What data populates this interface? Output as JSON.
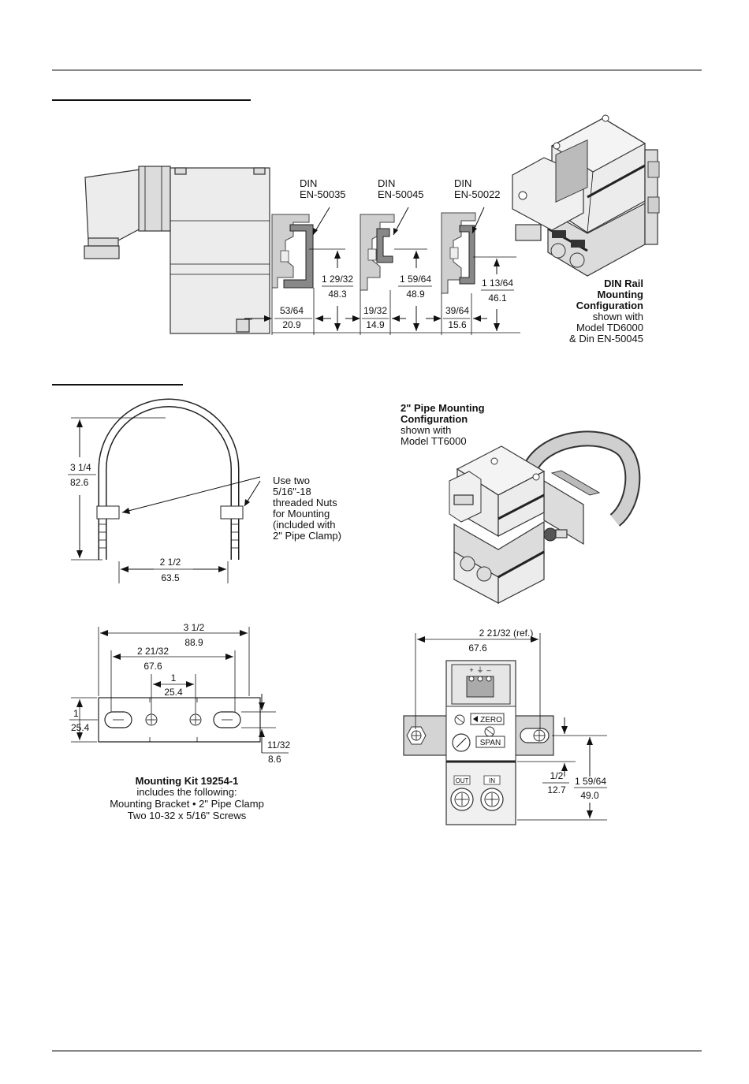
{
  "rails": [
    {
      "line1": "DIN",
      "line2": "EN-50035",
      "height_frac": "1 29/32",
      "height_mm": "48.3",
      "offset_frac": "53/64",
      "offset_mm": "20.9"
    },
    {
      "line1": "DIN",
      "line2": "EN-50045",
      "height_frac": "1 59/64",
      "height_mm": "48.9",
      "offset_frac": "19/32",
      "offset_mm": "14.9"
    },
    {
      "line1": "DIN",
      "line2": "EN-50022",
      "height_frac": "1 13/64",
      "height_mm": "46.1",
      "offset_frac": "39/64",
      "offset_mm": "15.6"
    }
  ],
  "din_caption": {
    "bold_lines": [
      "DIN Rail",
      "Mounting",
      "Configuration"
    ],
    "lines": [
      "shown with",
      "Model TD6000",
      "& Din EN-50045"
    ]
  },
  "ubolt": {
    "height_frac": "3 1/4",
    "height_mm": "82.6",
    "width_frac": "2 1/2",
    "width_mm": "63.5",
    "note": [
      "Use two",
      "5/16\"-18",
      "threaded Nuts",
      "for Mounting",
      "(included with",
      "2\" Pipe Clamp)"
    ]
  },
  "pipe_caption": {
    "bold_lines": [
      "2\" Pipe Mounting",
      "Configuration"
    ],
    "lines": [
      "shown with",
      "Model TT6000"
    ]
  },
  "bracket": {
    "overall_frac": "3 1/2",
    "overall_mm": "88.9",
    "slots_frac": "2 21/32",
    "slots_mm": "67.6",
    "holes_frac": "1",
    "holes_mm": "25.4",
    "height_frac": "1",
    "height_mm": "25.4",
    "hole_frac": "11/32",
    "hole_mm": "8.6"
  },
  "kit": {
    "title": "Mounting Kit 19254-1",
    "lines": [
      "includes the following:",
      "Mounting Bracket • 2\" Pipe Clamp",
      "Two 10-32 x 5/16\" Screws"
    ]
  },
  "front": {
    "width_frac": "2 21/32 (ref.)",
    "width_mm": "67.6",
    "zero_label": "ZERO",
    "span_label": "SPAN",
    "out_label": "OUT",
    "in_label": "IN",
    "small_frac": "1/2",
    "small_mm": "12.7",
    "tall_frac": "1 59/64",
    "tall_mm": "49.0"
  }
}
